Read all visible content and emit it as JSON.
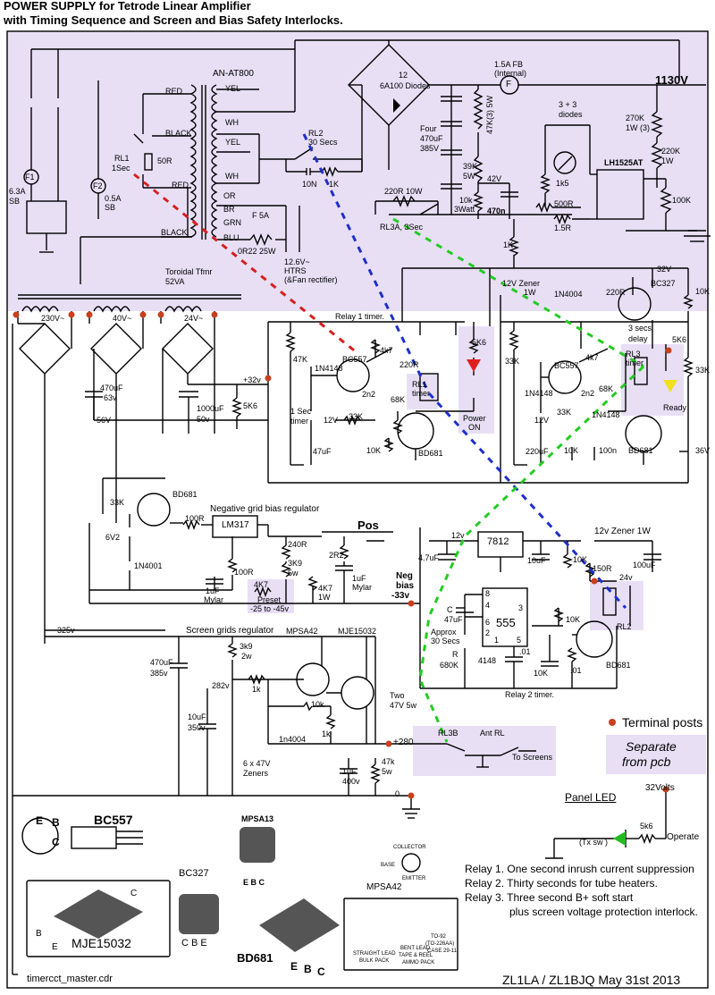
{
  "title_line1": "POWER SUPPLY for Tetrode Linear Amplifier",
  "title_line2": "with Timing Sequence and Screen and Bias Safety Interlocks.",
  "colors": {
    "zone": "#e8dff5",
    "dash_red": "#d81f1f",
    "dash_blue": "#1f2fc8",
    "dash_green": "#22cc22",
    "terminal": "#c8401e"
  },
  "labels": {
    "an_at800": "AN-AT800",
    "red1": "RED",
    "yel1": "YEL",
    "black": "BLACK",
    "wh1": "WH",
    "yel2": "YEL",
    "red2": "RED",
    "wh2": "WH",
    "black2": "BLACK",
    "or": "OR",
    "br": "BR",
    "grn": "GRN",
    "blu": "BLU",
    "f5a": "F 5A",
    "rl1": "RL1",
    "one_sec": "1Sec",
    "r50": "50R",
    "f1": "F1",
    "f1_rating": "6.3A",
    "f1_type": "SB",
    "f2": "F2",
    "f2_rating": "0.5A",
    "f2_type": "SB",
    "rl2": "RL2",
    "rl2_time": "30 Secs",
    "r10n": "10N",
    "r1k": "1K",
    "bridge_n": "12",
    "bridge_type": "6A100 Diodes",
    "fuse_fb": "1.5A  FB",
    "fuse_internal": "(Internal)",
    "fuse_f": "F",
    "hv": "1130V",
    "four": "Four",
    "caps470": "470uF",
    "caps385": "385V",
    "r47k": "47K(3) 5W",
    "r39k": "39K",
    "r39k_w": "5W",
    "v42": "42V",
    "r10k_3w": "10k",
    "r10k_3w_w": "3Watt",
    "c470n": "470n",
    "r220r10w": "220R 10W",
    "rl3a": "RL3A,  3Sec",
    "diodes33": "3 + 3",
    "diodes33b": "diodes",
    "r1k5": "1k5",
    "r500r": "500R",
    "r1r5": "1.5R",
    "lh1525": "LH1525AT",
    "r270k": "270K",
    "r270k_w": "1W (3)",
    "r220k": "220K",
    "r220k_w": "1W",
    "r100k": "100K",
    "htrs_v": "12.6V~",
    "htrs": "HTRS",
    "htrs_note": "(&Fan rectifier)",
    "r0r22": "0R22 25W",
    "toroid": "Toroidal Tfmr",
    "toroid_va": "52VA",
    "v230": "230V~",
    "v40": "40V~",
    "v24": "24V~",
    "r1k_top": "1K",
    "zener12_1w": "12V Zener",
    "zener12_1w_b": "1W",
    "r220r_top": "220R",
    "n1n4004": "1N4004",
    "v32": "32V",
    "bc327": "BC327",
    "r10k_tr": "10K",
    "relay1_timer": "Relay 1  timer.",
    "r47k_l": "47K",
    "d1n4148a": "1N4148",
    "bc557a": "BC557",
    "r4k7a": "4k7",
    "r220r_b": "220R",
    "rl1_timer": "RL1",
    "rl1_timer_b": "timer",
    "r5k6a": "5K6",
    "power_on": "Power",
    "power_on_b": "ON",
    "c2n2a": "2n2",
    "r68ka": "68K",
    "one_sec_timer": "1 Sec",
    "one_sec_timer_b": "timer",
    "v12a": "12V",
    "r33ka": "33K",
    "c47uf": "47uF",
    "r10ka": "10K",
    "bd681a": "BD681",
    "r33kb": "33K",
    "d1n4148b": "1N4148",
    "bc557b": "BC557",
    "r4k7b": "4k7",
    "c2n2b": "2n2",
    "r68kb": "68K",
    "three_secs": "3 secs",
    "delay": "delay",
    "rl3": "RL3",
    "rl3_timer": "timer",
    "r5k6b": "5K6",
    "ready": "Ready",
    "v12b": "12V",
    "r33kc": "33K",
    "d1n4148c": "1N4148",
    "c220uf": "220uF",
    "r10kb": "10K",
    "c100n": "100n",
    "bd681b": "BD681",
    "v36": "36V",
    "r33kd": "33K",
    "c470uf63": "470uF",
    "c470uf63_v": "63v",
    "v56": "56V",
    "v32b": "+32v",
    "c1000uf": "1000uF",
    "c1000uf_v": "50v",
    "r5k6c": "5K6",
    "r33ke": "33K",
    "bd681c": "BD681",
    "v6v2": "6V2",
    "r100ra": "100R",
    "neg_reg": "Negative grid bias regulator",
    "lm317": "LM317",
    "n1n4001": "1N4001",
    "r240r": "240R",
    "r3k9": "3K9",
    "r3k9_w": "5w",
    "r100rb": "100R",
    "r2r2": "2R2",
    "pos": "Pos",
    "c1uf_a": "1uF",
    "mylar_a": "Mylar",
    "r4k7p": "4K7",
    "preset": "Preset",
    "preset_range": "-25 to -45v",
    "r4k7_1w": "4K7",
    "r4k7_1w_w": "1W",
    "c1uf_b": "1uF",
    "mylar_b": "Mylar",
    "neg": "Neg",
    "bias": "bias",
    "neg33": "-33v",
    "v12c": "12v",
    "reg7812": "7812",
    "zener12c": "12v Zener 1W",
    "c47uf_b": "4.7uF",
    "c10uf_a": "10uF",
    "r10k_c": "10K",
    "r150r": "150R",
    "v24b": "24v",
    "c100uf": "100uF",
    "ic555": "555",
    "p8": "8",
    "p4": "4",
    "p6": "6",
    "p2": "2",
    "p1": "1",
    "p5": "5",
    "p3": "3",
    "cap_c": "C",
    "c47uf_c": "47uF",
    "approx": "Approx",
    "thirty_secs": "30 Secs",
    "r_r": "R",
    "r680k": "680K",
    "d4148": "4148",
    "c01a": ".01",
    "c01b": ".01",
    "r10k_d": "10K",
    "r10k_e": "10K",
    "bd681d": "BD681",
    "rl2b": "RL2",
    "relay2_timer": "Relay 2  timer.",
    "v325": "325v",
    "screen_reg": "Screen grids regulator",
    "c470uf385": "470uF",
    "c470uf385_v": "385v",
    "r3k9b": "3k9",
    "r3k9b_w": "2w",
    "v282": "282v",
    "r1k_s": "1k",
    "mpsa42": "MPSA42",
    "mje15032": "MJE15032",
    "two47": "Two",
    "two47_b": "47V 5w",
    "c10uf350": "10uF",
    "c10uf350_v": "350v",
    "n1n4004b": "1n4004",
    "r10k_s": "10k",
    "r1k_s2": "1k",
    "zeners": "6 x 47V",
    "zeners_b": "Zeners",
    "v280": "+280",
    "rl3b": "RL3B",
    "ant_rl": "Ant RL",
    "to_screens": "To Screens",
    "c1uf400": "1uF",
    "c1uf400_v": "400v",
    "r47k_5w": "47k",
    "r47k_5w_w": "5w",
    "zero": "0",
    "terminal_posts": "Terminal posts",
    "separate": "Separate",
    "from_pcb": "from pcb",
    "panel_led": "Panel LED",
    "v32c": "32Volts",
    "r5k6d": "5k6",
    "tx_sw": "(Tx sw )",
    "operate": "Operate",
    "bc557_pin_e": "E",
    "bc557_pin_b": "B",
    "bc557_pin_c": "C",
    "bc557_name": "BC557",
    "mpsa13": "MPSA13",
    "mpsa13_pins": "E B C",
    "bc327_name": "BC327",
    "bc327_pins": "C B E",
    "mje15032_name": "MJE15032",
    "mje_b": "B",
    "mje_c": "C",
    "mje_e": "E",
    "bd681_name": "BD681",
    "bd_e": "E",
    "bd_b": "B",
    "bd_c": "C",
    "collector": "COLLECTOR",
    "base": "BASE",
    "emitter": "EMITTER",
    "mpsa42_pin": "MPSA42",
    "straight": "STRAIGHT LEAD",
    "bulk": "BULK PACK",
    "bent": "BENT LEAD",
    "tape": "TAPE & REEL",
    "ammo": "AMMO PACK",
    "to92": "TO-92",
    "to226": "(TO-226AA)",
    "case": "CASE 29-11"
  },
  "notes": [
    "Relay 1. One second inrush current suppression",
    "Relay 2. Thirty seconds for tube heaters.",
    "Relay 3. Three second B+ soft start",
    "plus screen voltage protection interlock."
  ],
  "footer_file": "timercct_master.cdr",
  "footer_author": "ZL1LA / ZL1BJQ   May 31st 2013"
}
